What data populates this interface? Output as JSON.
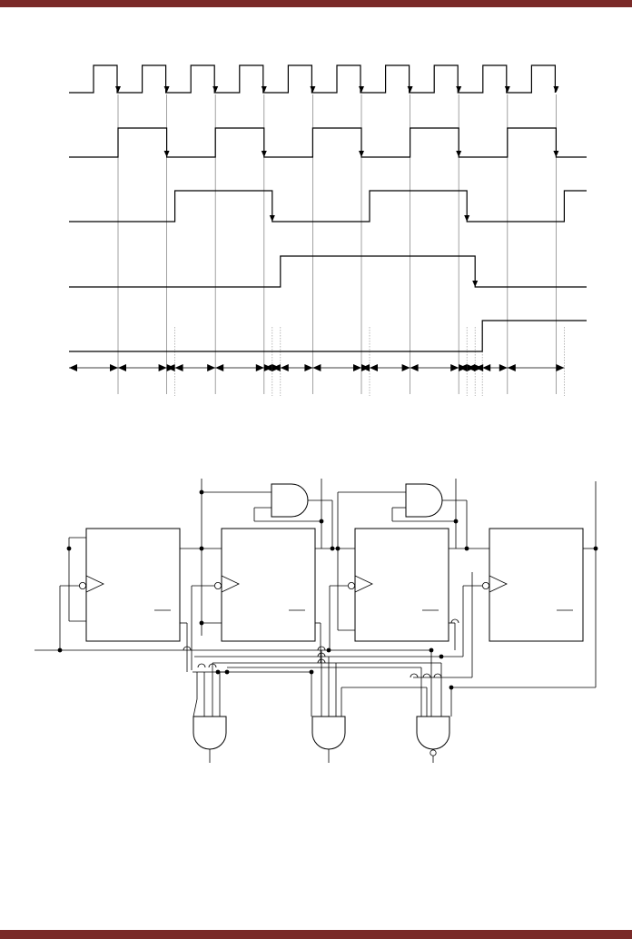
{
  "page": {
    "header_band_color": "#7a2a28",
    "footer_band_color": "#7a2a28",
    "line_color": "#000000",
    "guide_color": "#8a8a8a"
  },
  "timing_diagram": {
    "signal_count": 5,
    "clock_pulses": 10,
    "arrow_style": "falling-edge-arrow"
  },
  "circuit": {
    "flip_flops": 4,
    "and2_gates": 2,
    "and4_gates": 3,
    "inverted_output_on_last_gate": true
  }
}
